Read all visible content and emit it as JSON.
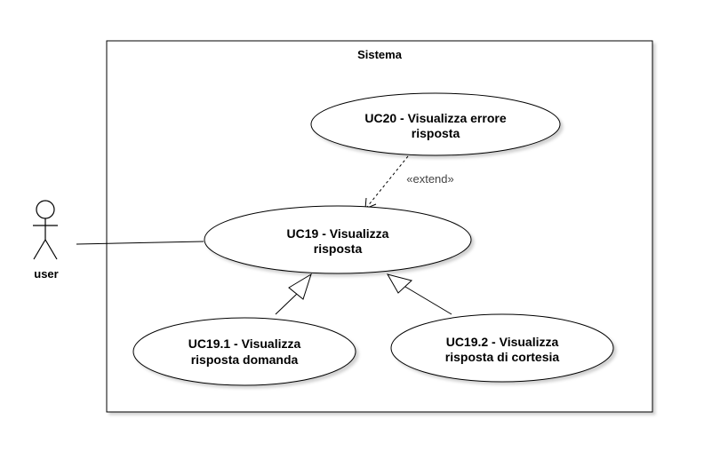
{
  "system": {
    "title": "Sistema"
  },
  "actor": {
    "name": "user"
  },
  "use_cases": {
    "uc20": {
      "line1": "UC20 - Visualizza errore",
      "line2": "risposta"
    },
    "uc19": {
      "line1": "UC19 - Visualizza",
      "line2": "risposta"
    },
    "uc19_1": {
      "line1": "UC19.1 - Visualizza",
      "line2": "risposta domanda"
    },
    "uc19_2": {
      "line1": "UC19.2 - Visualizza",
      "line2": "risposta di cortesia"
    }
  },
  "relations": {
    "extend_label": "«extend»"
  }
}
